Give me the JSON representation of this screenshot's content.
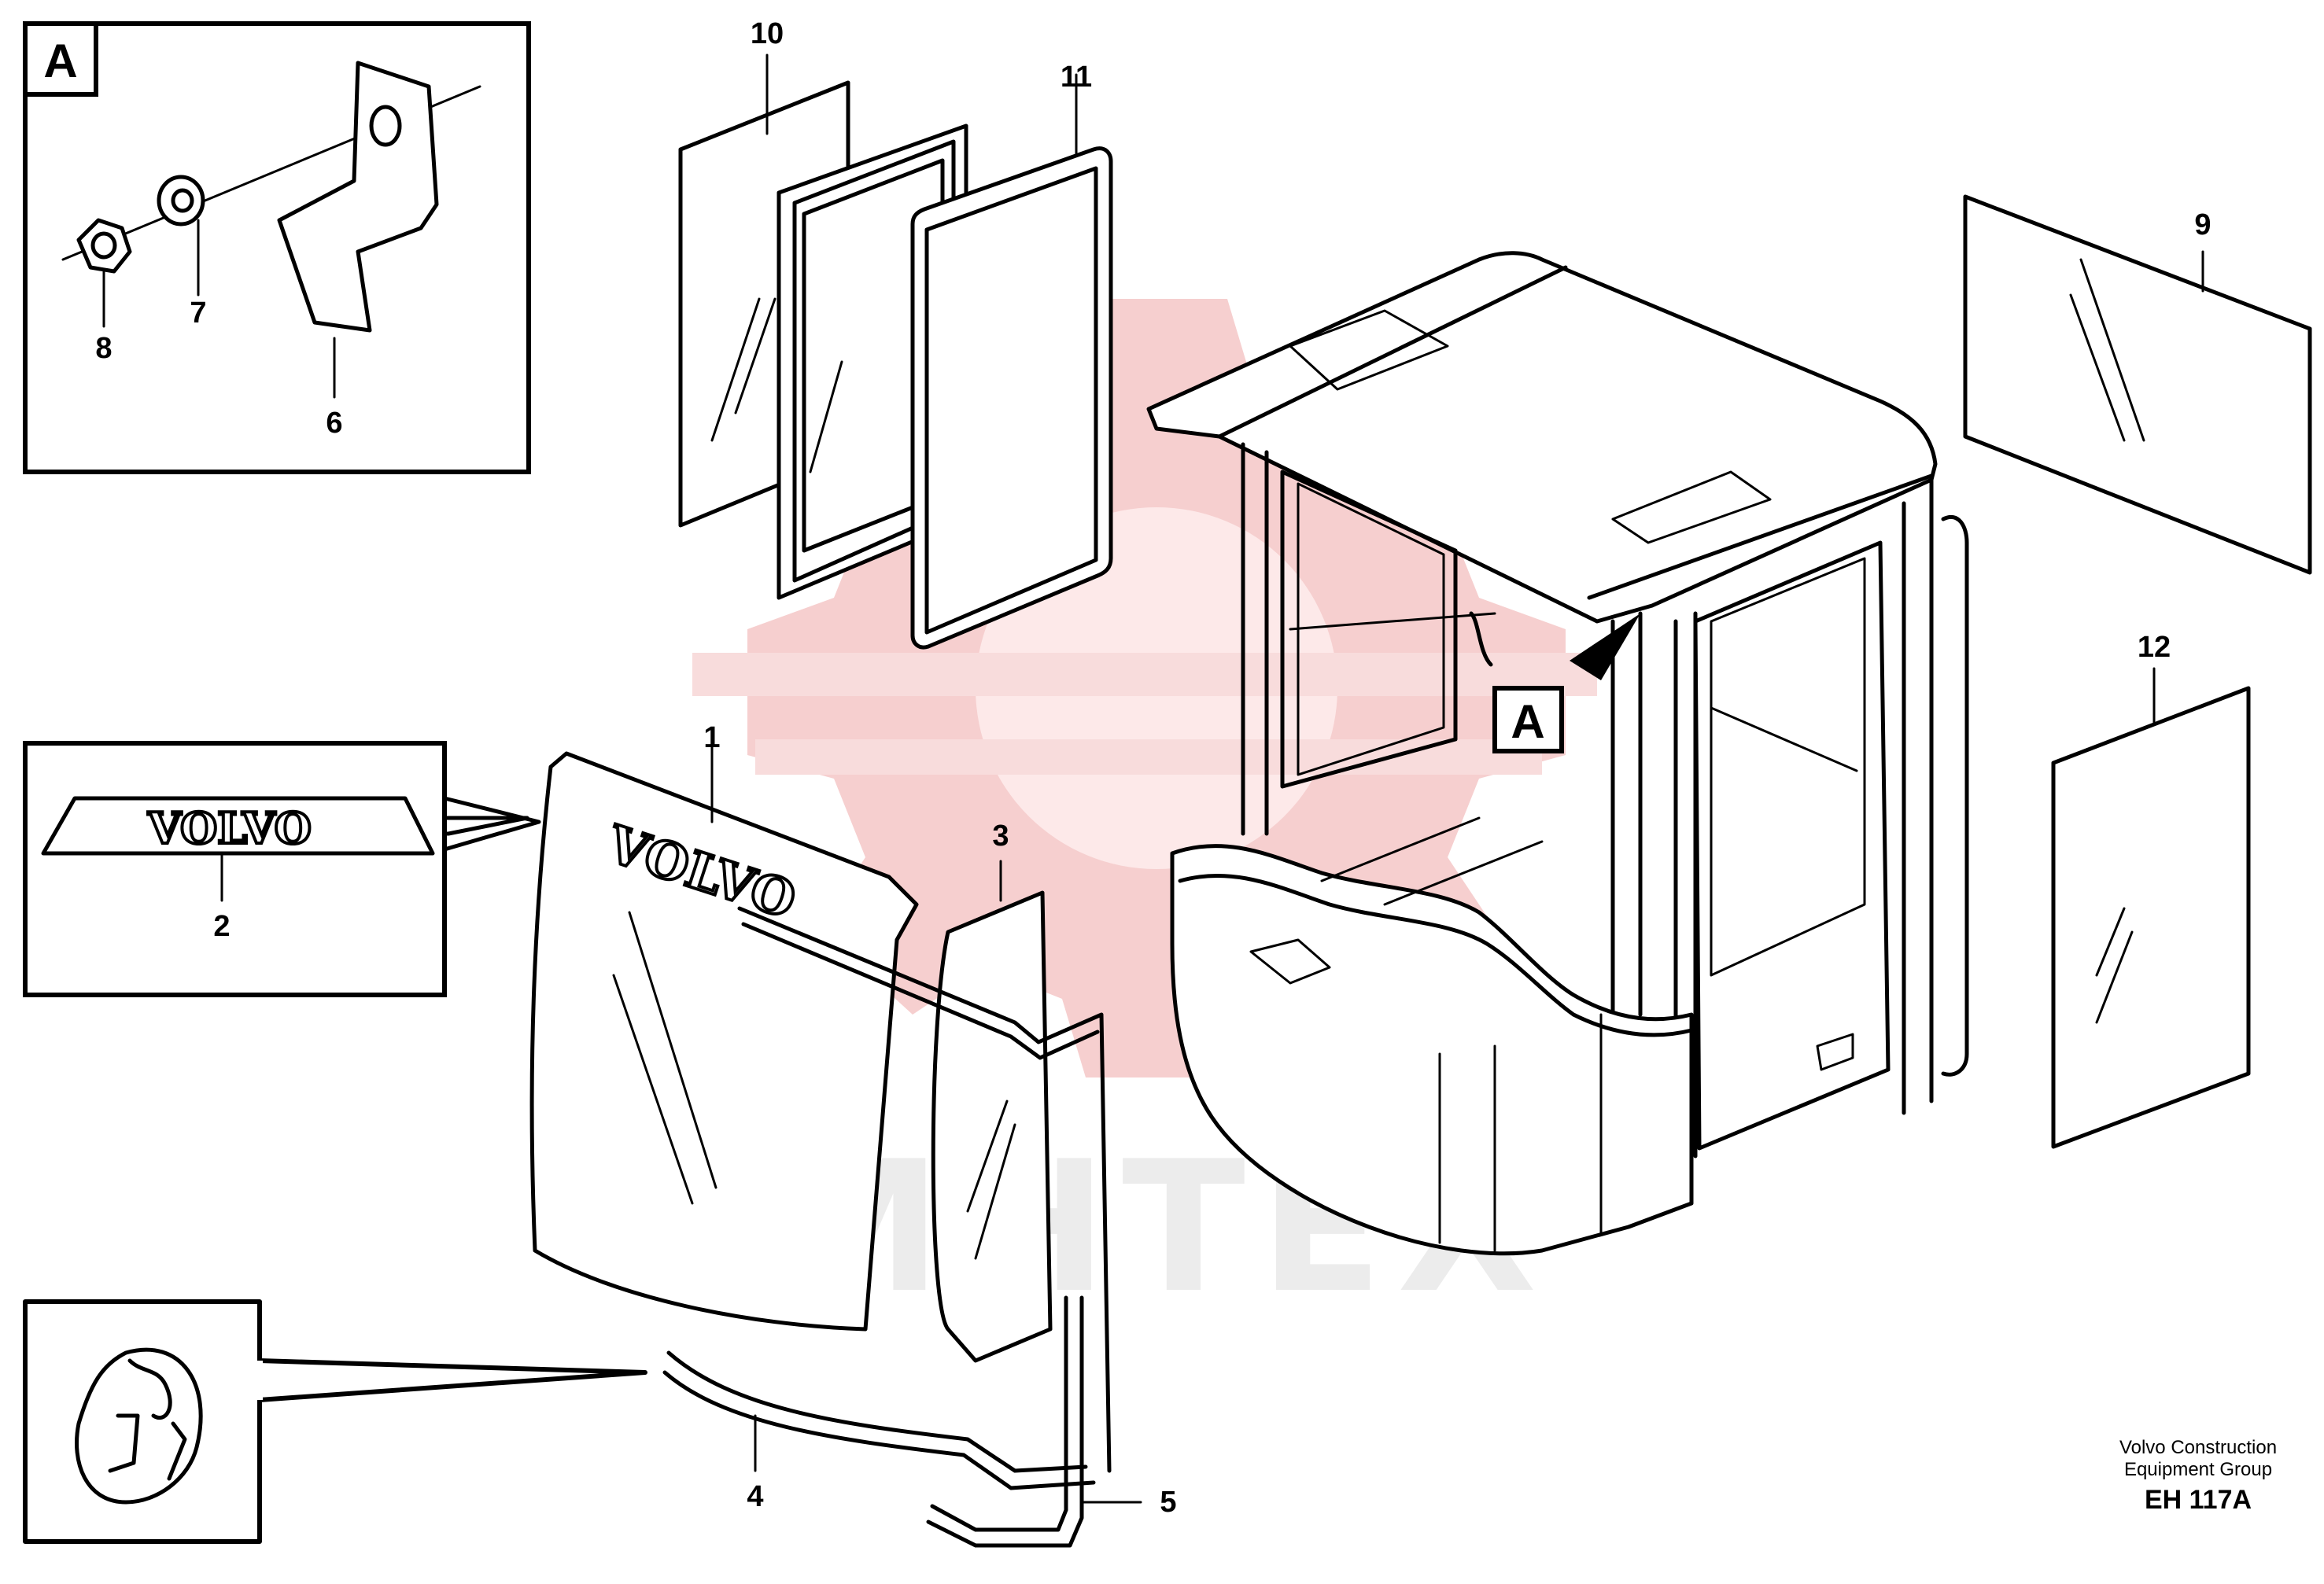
{
  "callouts": {
    "c1": "1",
    "c2": "2",
    "c3": "3",
    "c4": "4",
    "c5": "5",
    "c6": "6",
    "c7": "7",
    "c8": "8",
    "c9": "9",
    "c10": "10",
    "c11": "11",
    "c12": "12"
  },
  "detail_label": "A",
  "logo_text": "VOLVO",
  "watermark": "MHTEX",
  "footer": {
    "line1": "Volvo Construction",
    "line2": "Equipment Group",
    "ref": "EH 117A"
  },
  "colors": {
    "watermark_red": "#f6cfcf",
    "watermark_gray": "#ececec",
    "ink": "#000000"
  }
}
